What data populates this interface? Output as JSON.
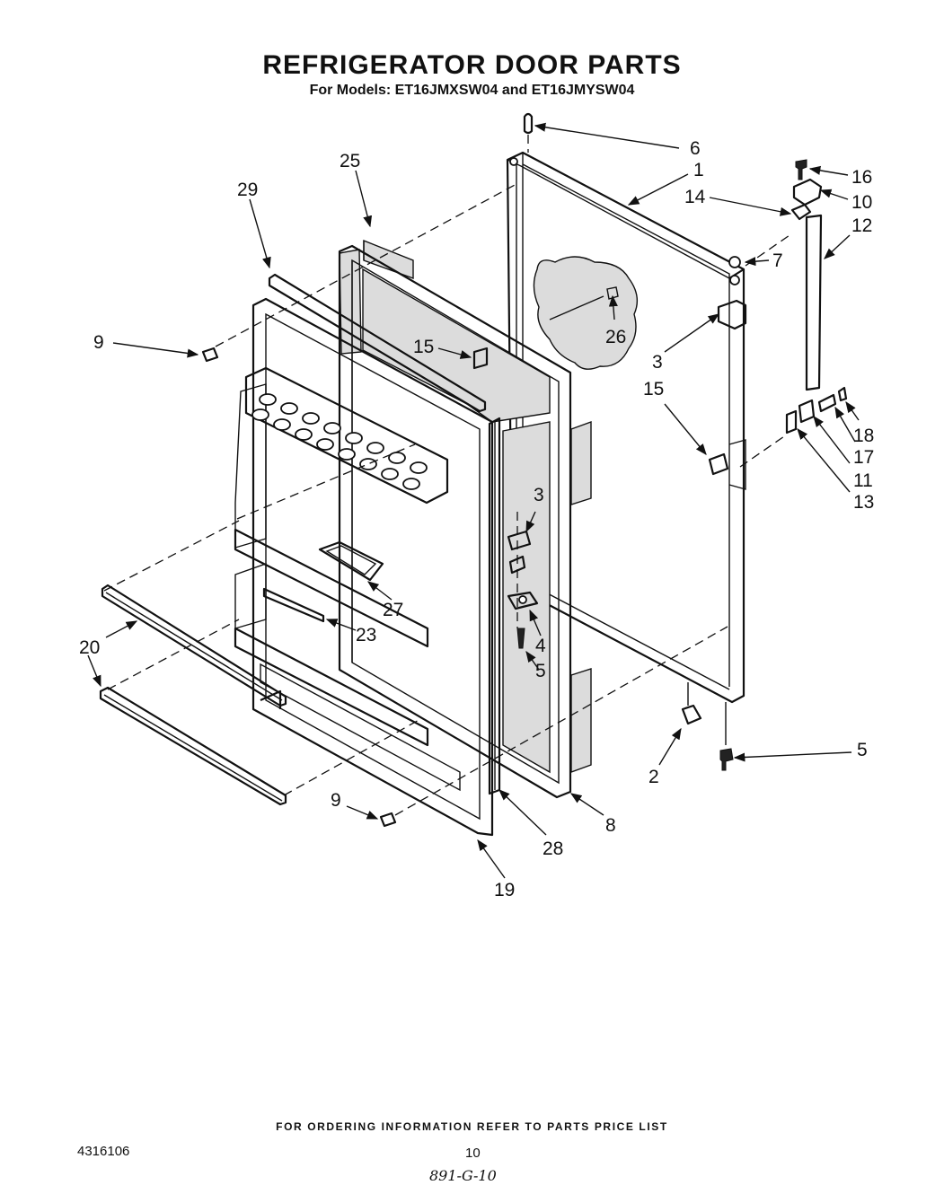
{
  "title": "REFRIGERATOR DOOR PARTS",
  "subtitle": "For Models: ET16JMXSW04 and ET16JMYSW04",
  "footer_note": "FOR ORDERING INFORMATION REFER TO PARTS PRICE LIST",
  "document_number": "4316106",
  "page_number": "10",
  "handwritten_note": "891-G-10",
  "callouts": {
    "c1": "1",
    "c2": "2",
    "c3a": "3",
    "c3b": "3",
    "c4": "4",
    "c5a": "5",
    "c5b": "5",
    "c6": "6",
    "c7": "7",
    "c8": "8",
    "c9a": "9",
    "c9b": "9",
    "c10": "10",
    "c11": "11",
    "c12": "12",
    "c13": "13",
    "c14": "14",
    "c15a": "15",
    "c15b": "15",
    "c16": "16",
    "c17": "17",
    "c18": "18",
    "c19": "19",
    "c20": "20",
    "c23": "23",
    "c25": "25",
    "c26": "26",
    "c27": "27",
    "c28": "28",
    "c29": "29"
  }
}
